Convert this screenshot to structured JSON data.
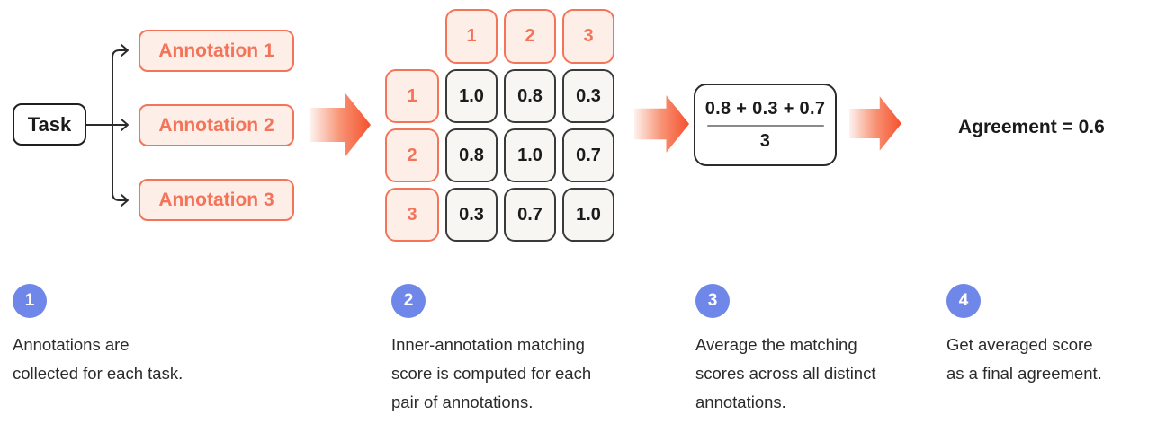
{
  "colors": {
    "salmon": "#F4745A",
    "salmon_fill": "#FDEEE8",
    "arrow_gradient_start": "#FDF2EE",
    "arrow_gradient_end": "#F4512D",
    "cell_fill": "#F7F6F2",
    "cell_border": "#3A3A3A",
    "badge_blue": "#6F87E8",
    "text_dark": "#1B1B1B"
  },
  "flow": {
    "task_label": "Task",
    "annotations": [
      "Annotation 1",
      "Annotation 2",
      "Annotation 3"
    ]
  },
  "matrix": {
    "col_headers": [
      "1",
      "2",
      "3"
    ],
    "rows": [
      {
        "header": "1",
        "cells": [
          "1.0",
          "0.8",
          "0.3"
        ]
      },
      {
        "header": "2",
        "cells": [
          "0.8",
          "1.0",
          "0.7"
        ]
      },
      {
        "header": "3",
        "cells": [
          "0.3",
          "0.7",
          "1.0"
        ]
      }
    ]
  },
  "formula": {
    "numerator": "0.8 + 0.3 + 0.7",
    "denominator": "3"
  },
  "result": {
    "label": "Agreement = 0.6"
  },
  "steps": [
    {
      "number": "1",
      "text": "Annotations are\ncollected for each task."
    },
    {
      "number": "2",
      "text": "Inner-annotation matching\nscore is computed for each\npair of annotations."
    },
    {
      "number": "3",
      "text": "Average the matching\nscores across all distinct\nannotations."
    },
    {
      "number": "4",
      "text": "Get averaged score\nas a final agreement."
    }
  ]
}
